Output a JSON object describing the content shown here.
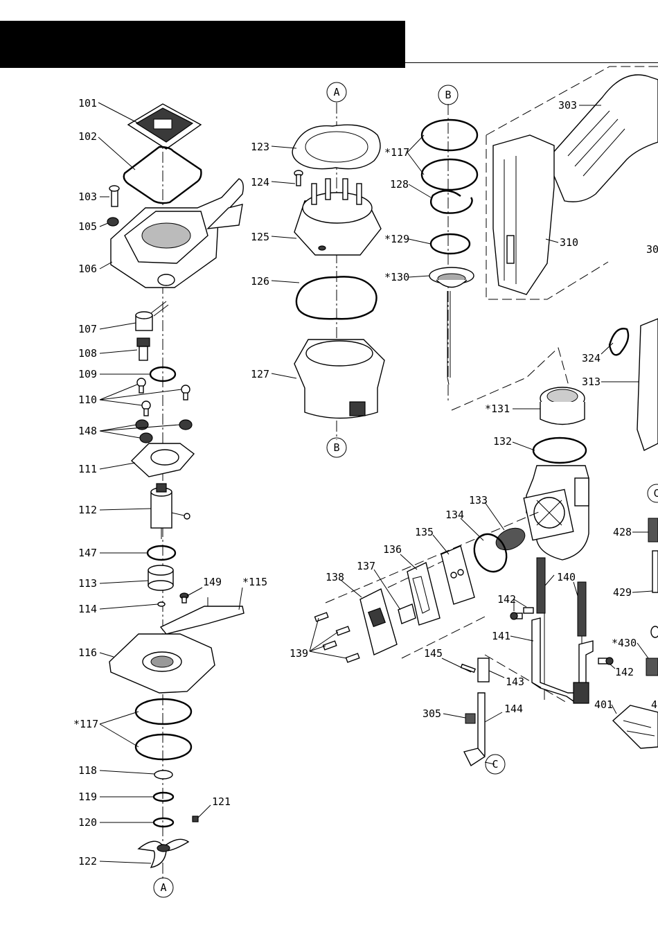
{
  "header": {
    "title": ""
  },
  "labels": {
    "p101": "101",
    "p102": "102",
    "p103": "103",
    "p105": "105",
    "p106": "106",
    "p107": "107",
    "p108": "108",
    "p109": "109",
    "p110": "110",
    "p148": "148",
    "p111": "111",
    "p112": "112",
    "p147": "147",
    "p113": "113",
    "p149": "149",
    "p115": "*115",
    "p114": "114",
    "p116": "116",
    "p117a": "*117",
    "p118": "118",
    "p119": "119",
    "p120": "120",
    "p121": "121",
    "p122": "122",
    "p123": "123",
    "p124": "124",
    "p125": "125",
    "p126": "126",
    "p127": "127",
    "p117b": "*117",
    "p128": "128",
    "p129": "*129",
    "p130": "*130",
    "p131": "*131",
    "p132": "132",
    "p133": "133",
    "p134": "134",
    "p135": "135",
    "p136": "136",
    "p137": "137",
    "p138": "138",
    "p139": "139",
    "p140": "140",
    "p142a": "142",
    "p141": "141",
    "p145": "145",
    "p143": "143",
    "p142b": "142",
    "p144": "144",
    "p305": "305",
    "p303": "303",
    "p310": "310",
    "p30x": "30",
    "p324": "324",
    "p313": "313",
    "p428": "428",
    "p429": "429",
    "p430": "*430",
    "p401": "401",
    "p4x": "4"
  },
  "references": {
    "ref_a_top": "A",
    "ref_a_bottom": "A",
    "ref_b_top": "B",
    "ref_b_bottom": "B",
    "ref_c_bottom": "C",
    "ref_c_edge": "C"
  }
}
